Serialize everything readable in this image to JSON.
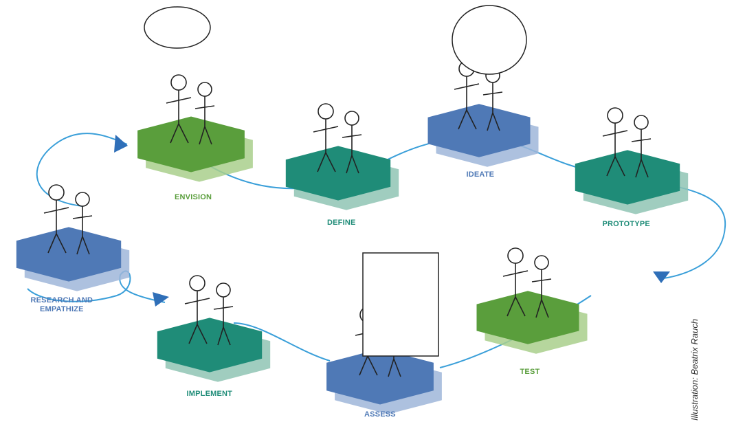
{
  "colors": {
    "green": "#5a9e3c",
    "green_light": "#a9cf8c",
    "teal": "#1f8c78",
    "teal_light": "#8fc4b4",
    "blue": "#4f79b6",
    "blue_light": "#9fb6d9",
    "path": "#3a9fd9",
    "arrow": "#2f6fb8"
  },
  "stages": [
    {
      "id": "research",
      "label_lines": [
        "RESEARCH AND",
        "EMPATHIZE"
      ],
      "color": "blue",
      "icon": "person-with-laptop-and-books-icon"
    },
    {
      "id": "envision",
      "label_lines": [
        "ENVISION"
      ],
      "color": "green",
      "icon": "person-in-hammock-icon"
    },
    {
      "id": "define",
      "label_lines": [
        "DEFINE"
      ],
      "color": "teal",
      "icon": "group-discussion-icon"
    },
    {
      "id": "ideate",
      "label_lines": [
        "IDEATE"
      ],
      "color": "blue",
      "icon": "idea-speech-bubble-icon"
    },
    {
      "id": "prototype",
      "label_lines": [
        "PROTOTYPE"
      ],
      "color": "teal",
      "icon": "building-with-tools-icon"
    },
    {
      "id": "test",
      "label_lines": [
        "TEST"
      ],
      "color": "green",
      "icon": "robot-test-icon"
    },
    {
      "id": "assess",
      "label_lines": [
        "ASSESS"
      ],
      "color": "blue",
      "icon": "presentation-board-icon"
    },
    {
      "id": "implement",
      "label_lines": [
        "IMPLEMENT"
      ],
      "color": "teal",
      "icon": "person-with-plans-icon"
    }
  ],
  "credit": "Illustration: Beatrix Rauch"
}
